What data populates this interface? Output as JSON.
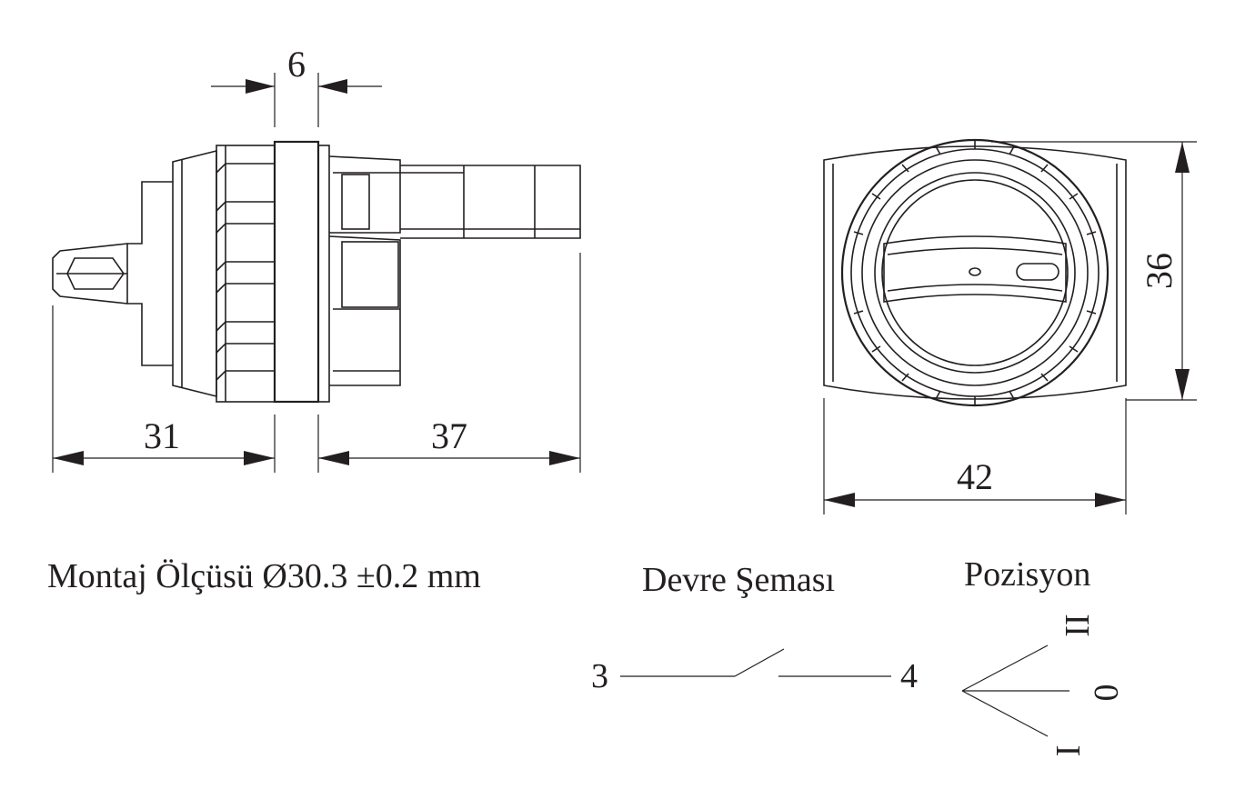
{
  "side_view": {
    "dim_top": "6",
    "dim_left": "31",
    "dim_right": "37"
  },
  "front_view": {
    "dim_height": "36",
    "dim_width": "42"
  },
  "captions": {
    "mounting": "Montaj Ölçüsü Ø30.3 ±0.2 mm",
    "circuit": "Devre Şeması",
    "position": "Pozisyon"
  },
  "circuit": {
    "terminal_left": "3",
    "terminal_right": "4"
  },
  "positions": {
    "upper": "II",
    "middle": "0",
    "lower": "I"
  }
}
